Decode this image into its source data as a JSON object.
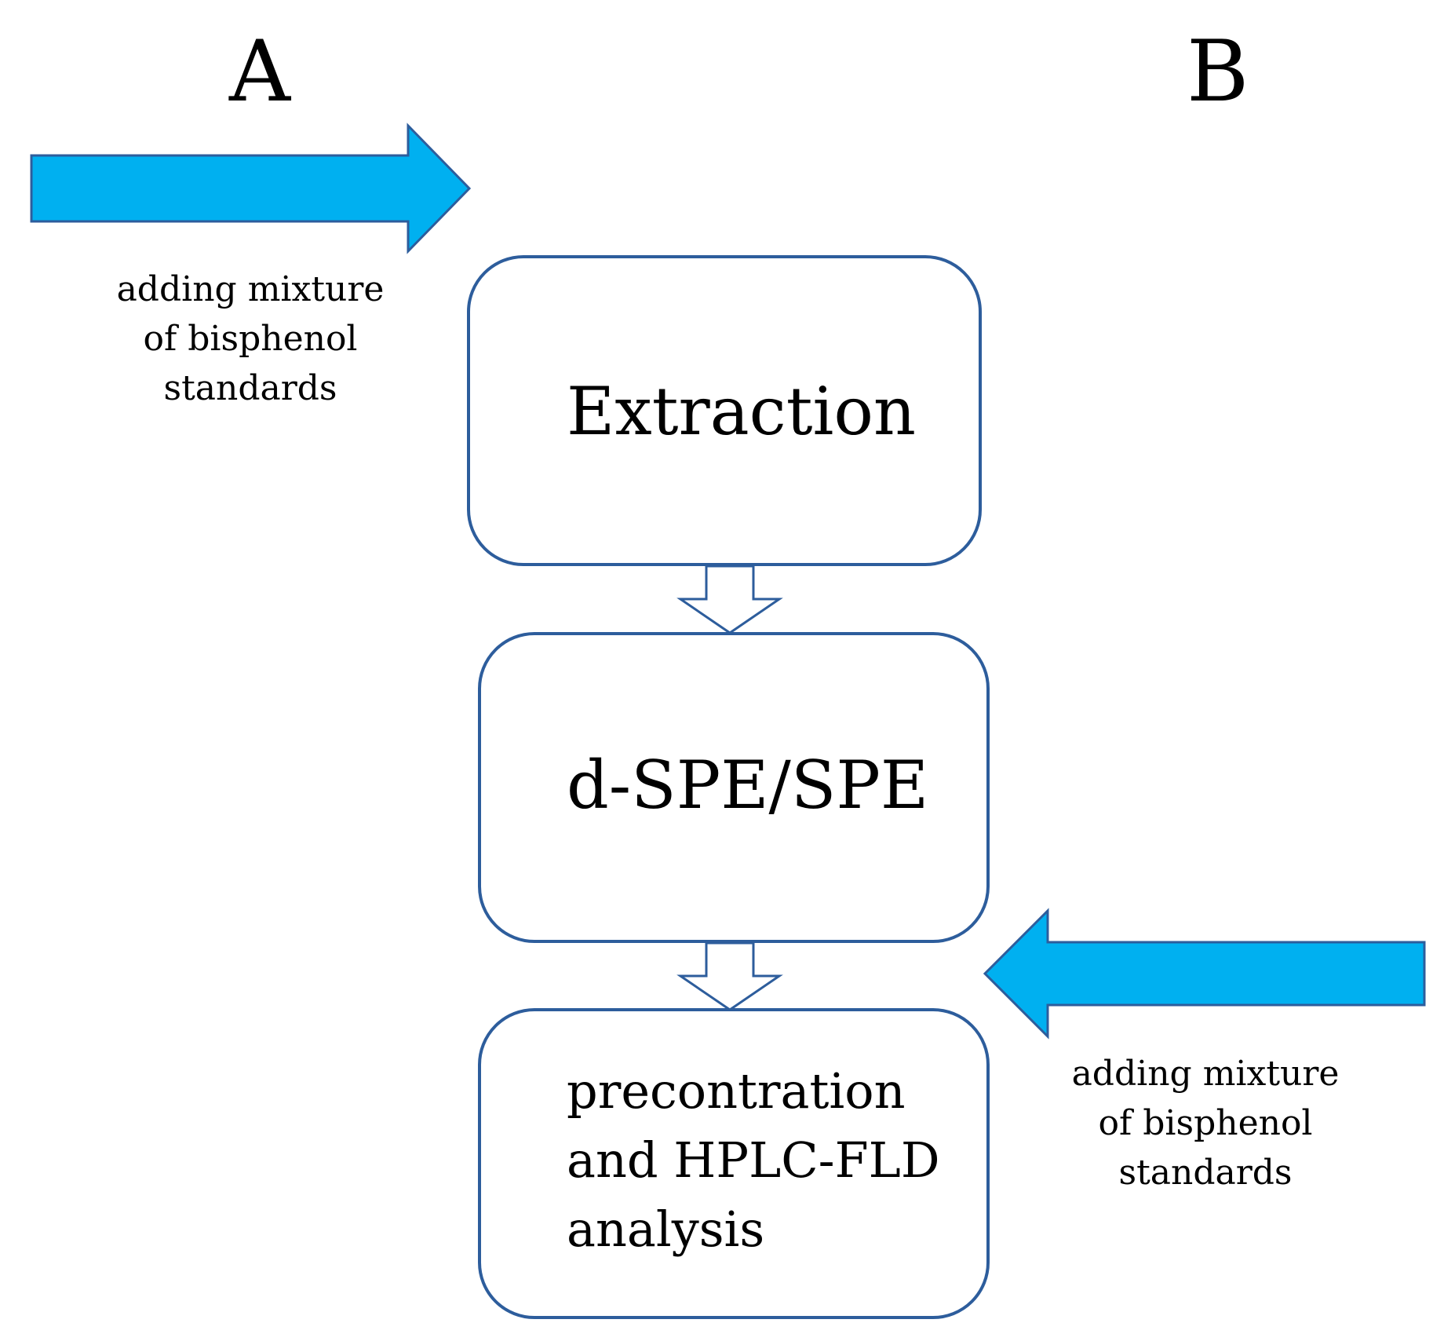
{
  "panels": {
    "a_label": "A",
    "b_label": "B"
  },
  "notes": {
    "a_lines": [
      "adding mixture",
      "of bisphenol",
      "standards"
    ],
    "b_lines": [
      "adding mixture",
      "of bisphenol",
      "standards"
    ]
  },
  "steps": [
    {
      "lines": [
        "Extraction"
      ]
    },
    {
      "lines": [
        "d-SPE/SPE"
      ]
    },
    {
      "lines": [
        "precontration",
        "and HPLC-FLD",
        "analysis"
      ]
    }
  ],
  "colors": {
    "box_border": "#2d5d9c",
    "addition_arrow_fill": "#00b0f0",
    "addition_arrow_stroke": "#2d5d9c",
    "flow_arrow_stroke": "#2d5d9c",
    "text": "#000000"
  }
}
